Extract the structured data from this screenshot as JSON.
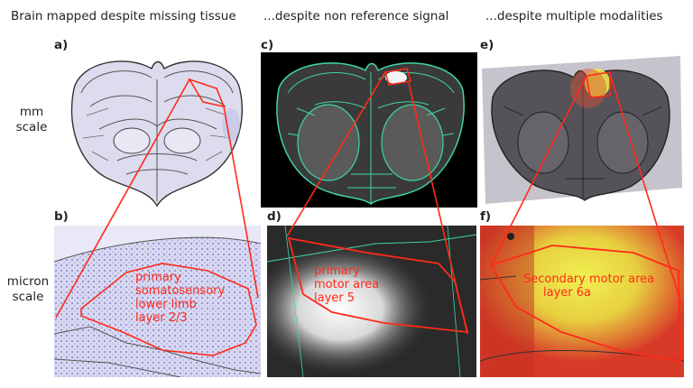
{
  "headers": {
    "col1": "Brain mapped despite missing tissue",
    "col2": "...despite non reference signal",
    "col3": "...despite multiple modalities"
  },
  "row_labels": {
    "mm_line1": "mm",
    "mm_line2": "scale",
    "micron_line1": "micron",
    "micron_line2": "scale"
  },
  "panel_labels": {
    "a": "a)",
    "b": "b)",
    "c": "c)",
    "d": "d)",
    "e": "e)",
    "f": "f)"
  },
  "region_labels": {
    "b": [
      "primary",
      "somatosensory",
      "lower limb",
      "layer 2/3"
    ],
    "d": [
      "primary",
      "motor area",
      "layer 5"
    ],
    "f": [
      "Secondary motor area",
      "layer 6a"
    ]
  },
  "colors": {
    "outline_red": "#ff2a1a",
    "atlas_green": "#3ed6a6",
    "tissue_purple": "#6b6bc8",
    "fluorescence_yellow": "#e8e84a"
  }
}
